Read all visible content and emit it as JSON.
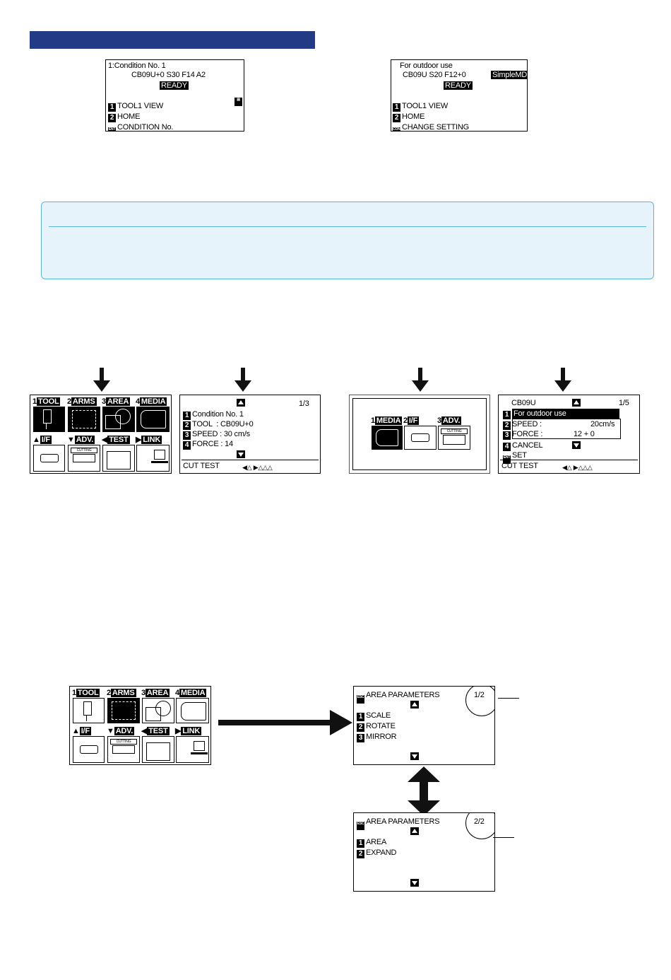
{
  "section_bar_color": "#233b86",
  "lcd_top_left": {
    "line1": "1:Condition No. 1",
    "line2": "CB09U+0 S30 F14 A2",
    "status": "READY",
    "items": [
      {
        "key": "1",
        "label": "TOOL1 VIEW"
      },
      {
        "key": "2",
        "label": "HOME"
      },
      {
        "key": "ENT",
        "label": "CONDITION No."
      }
    ]
  },
  "lcd_top_right": {
    "line1": "For outdoor use",
    "line2": "CB09U S20 F12+0",
    "badge": "SimpleMD",
    "status": "READY",
    "items": [
      {
        "key": "1",
        "label": "TOOL1 VIEW"
      },
      {
        "key": "2",
        "label": "HOME"
      },
      {
        "key": "CON",
        "label": "CHANGE SETTING"
      }
    ]
  },
  "info_box": {
    "border_color": "#5bb7e0",
    "fill_color": "#e6f3fb"
  },
  "main_menu": {
    "top_row": [
      {
        "num": "1",
        "label": "TOOL"
      },
      {
        "num": "2",
        "label": "ARMS"
      },
      {
        "num": "3",
        "label": "AREA"
      },
      {
        "num": "4",
        "label": "MEDIA"
      }
    ],
    "bottom_row": [
      {
        "num": "▲",
        "label": "I/F"
      },
      {
        "num": "▼",
        "label": "ADV."
      },
      {
        "num": "◀",
        "label": "TEST"
      },
      {
        "num": "▶",
        "label": "LINK"
      }
    ],
    "cutting_label": "CUTTING"
  },
  "condition_screen": {
    "page": "1/3",
    "items": [
      {
        "key": "1",
        "label": "Condition No. 1"
      },
      {
        "key": "2",
        "label": "TOOL  : CB09U+0"
      },
      {
        "key": "3",
        "label": "SPEED : 30 cm/s"
      },
      {
        "key": "4",
        "label": "FORCE : 14"
      }
    ],
    "footer": "CUT TEST"
  },
  "simple_menu": {
    "items": [
      {
        "num": "1",
        "label": "MEDIA"
      },
      {
        "num": "2",
        "label": "I/F"
      },
      {
        "num": "3",
        "label": "ADV."
      }
    ]
  },
  "outdoor_screen": {
    "tool": "CB09U",
    "page": "1/5",
    "items": [
      {
        "key": "1",
        "label": "For outdoor use"
      },
      {
        "key": "2",
        "label": "SPEED :",
        "value": "20cm/s"
      },
      {
        "key": "3",
        "label": "FORCE :",
        "value": "12 + 0"
      },
      {
        "key": "4",
        "label": "CANCEL"
      },
      {
        "key": "ENT",
        "label": "SET"
      }
    ],
    "footer": "CUT TEST"
  },
  "area_params_1": {
    "title": "AREA PARAMETERS",
    "page": "1/2",
    "items": [
      {
        "key": "1",
        "label": "SCALE"
      },
      {
        "key": "2",
        "label": "ROTATE"
      },
      {
        "key": "3",
        "label": "MIRROR"
      }
    ]
  },
  "area_params_2": {
    "title": "AREA PARAMETERS",
    "page": "2/2",
    "items": [
      {
        "key": "1",
        "label": "AREA"
      },
      {
        "key": "2",
        "label": "EXPAND"
      }
    ]
  }
}
